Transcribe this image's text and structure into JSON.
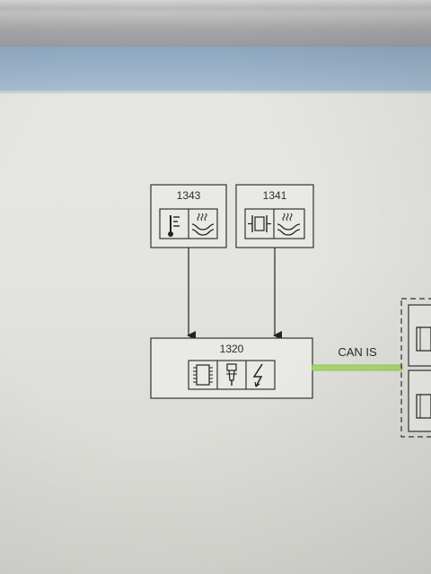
{
  "diagram": {
    "nodes": [
      {
        "id": "1343",
        "label": "1343",
        "icons": [
          "thermometer-icon",
          "heated-pipe-icon"
        ]
      },
      {
        "id": "1341",
        "label": "1341",
        "icons": [
          "crystal-sensor-icon",
          "heated-pipe-icon"
        ]
      },
      {
        "id": "1320",
        "label": "1320",
        "icons": [
          "chip-icon",
          "injector-icon",
          "lightning-icon"
        ]
      }
    ],
    "connections": [
      {
        "from": "1343",
        "to": "1320",
        "type": "arrow"
      },
      {
        "from": "1341",
        "to": "1320",
        "type": "arrow"
      },
      {
        "from": "1320",
        "to": "external",
        "type": "bus",
        "label": "CAN IS",
        "color": "#a8d86a"
      }
    ]
  },
  "colors": {
    "header_blue": "#9ab2c8",
    "background": "#e5e5e1",
    "line": "#2a2a2a",
    "bus_green": "#a8d86a"
  }
}
